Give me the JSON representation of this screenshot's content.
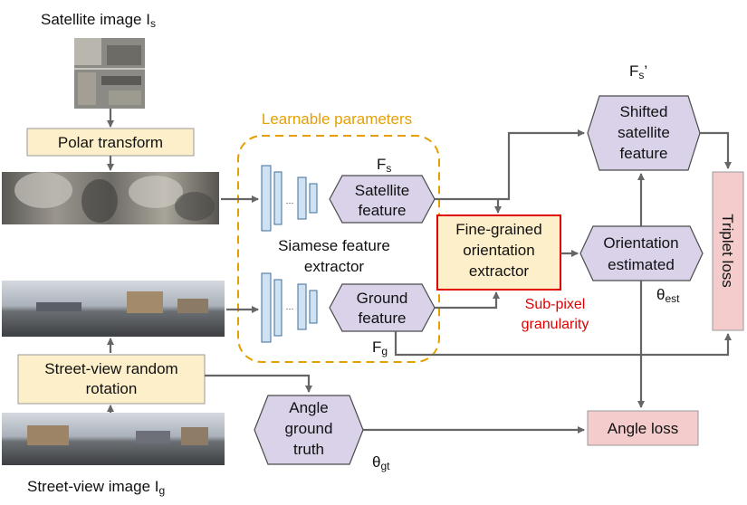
{
  "labels": {
    "satellite_image": "Satellite image I",
    "satellite_image_sub": "s",
    "polar_transform": "Polar transform",
    "learnable": "Learnable parameters",
    "fs": "F",
    "fs_sub": "s",
    "sat_feature_1": "Satellite",
    "sat_feature_2": "feature",
    "siamese_1": "Siamese feature",
    "siamese_2": "extractor",
    "ground_feature_1": "Ground",
    "ground_feature_2": "feature",
    "fg": "F",
    "fg_sub": "g",
    "fine_1": "Fine-grained",
    "fine_2": "orientation",
    "fine_3": "extractor",
    "subpixel_1": "Sub-pixel",
    "subpixel_2": "granularity",
    "fs_shift": "F",
    "fs_shift_sub": "s",
    "fs_shift_prime": "’",
    "shifted_1": "Shifted",
    "shifted_2": "satellite",
    "shifted_3": "feature",
    "orient_1": "Orientation",
    "orient_2": "estimated",
    "theta_est": "θ",
    "theta_est_sub": "est",
    "triplet": "Triplet loss",
    "random_1": "Street-view random",
    "random_2": "rotation",
    "angle_gt_1": "Angle",
    "angle_gt_2": "ground",
    "angle_gt_3": "truth",
    "theta_gt": "θ",
    "theta_gt_sub": "gt",
    "angle_loss": "Angle loss",
    "street_image": "Street-view image I",
    "street_image_sub": "g",
    "ellipsis": "···"
  },
  "colors": {
    "accent_orange": "#e69f00",
    "accent_red": "#e00000",
    "node_purple": "#d9d2e9",
    "node_yellow": "#fcefc9",
    "node_pink": "#f4cccc"
  }
}
